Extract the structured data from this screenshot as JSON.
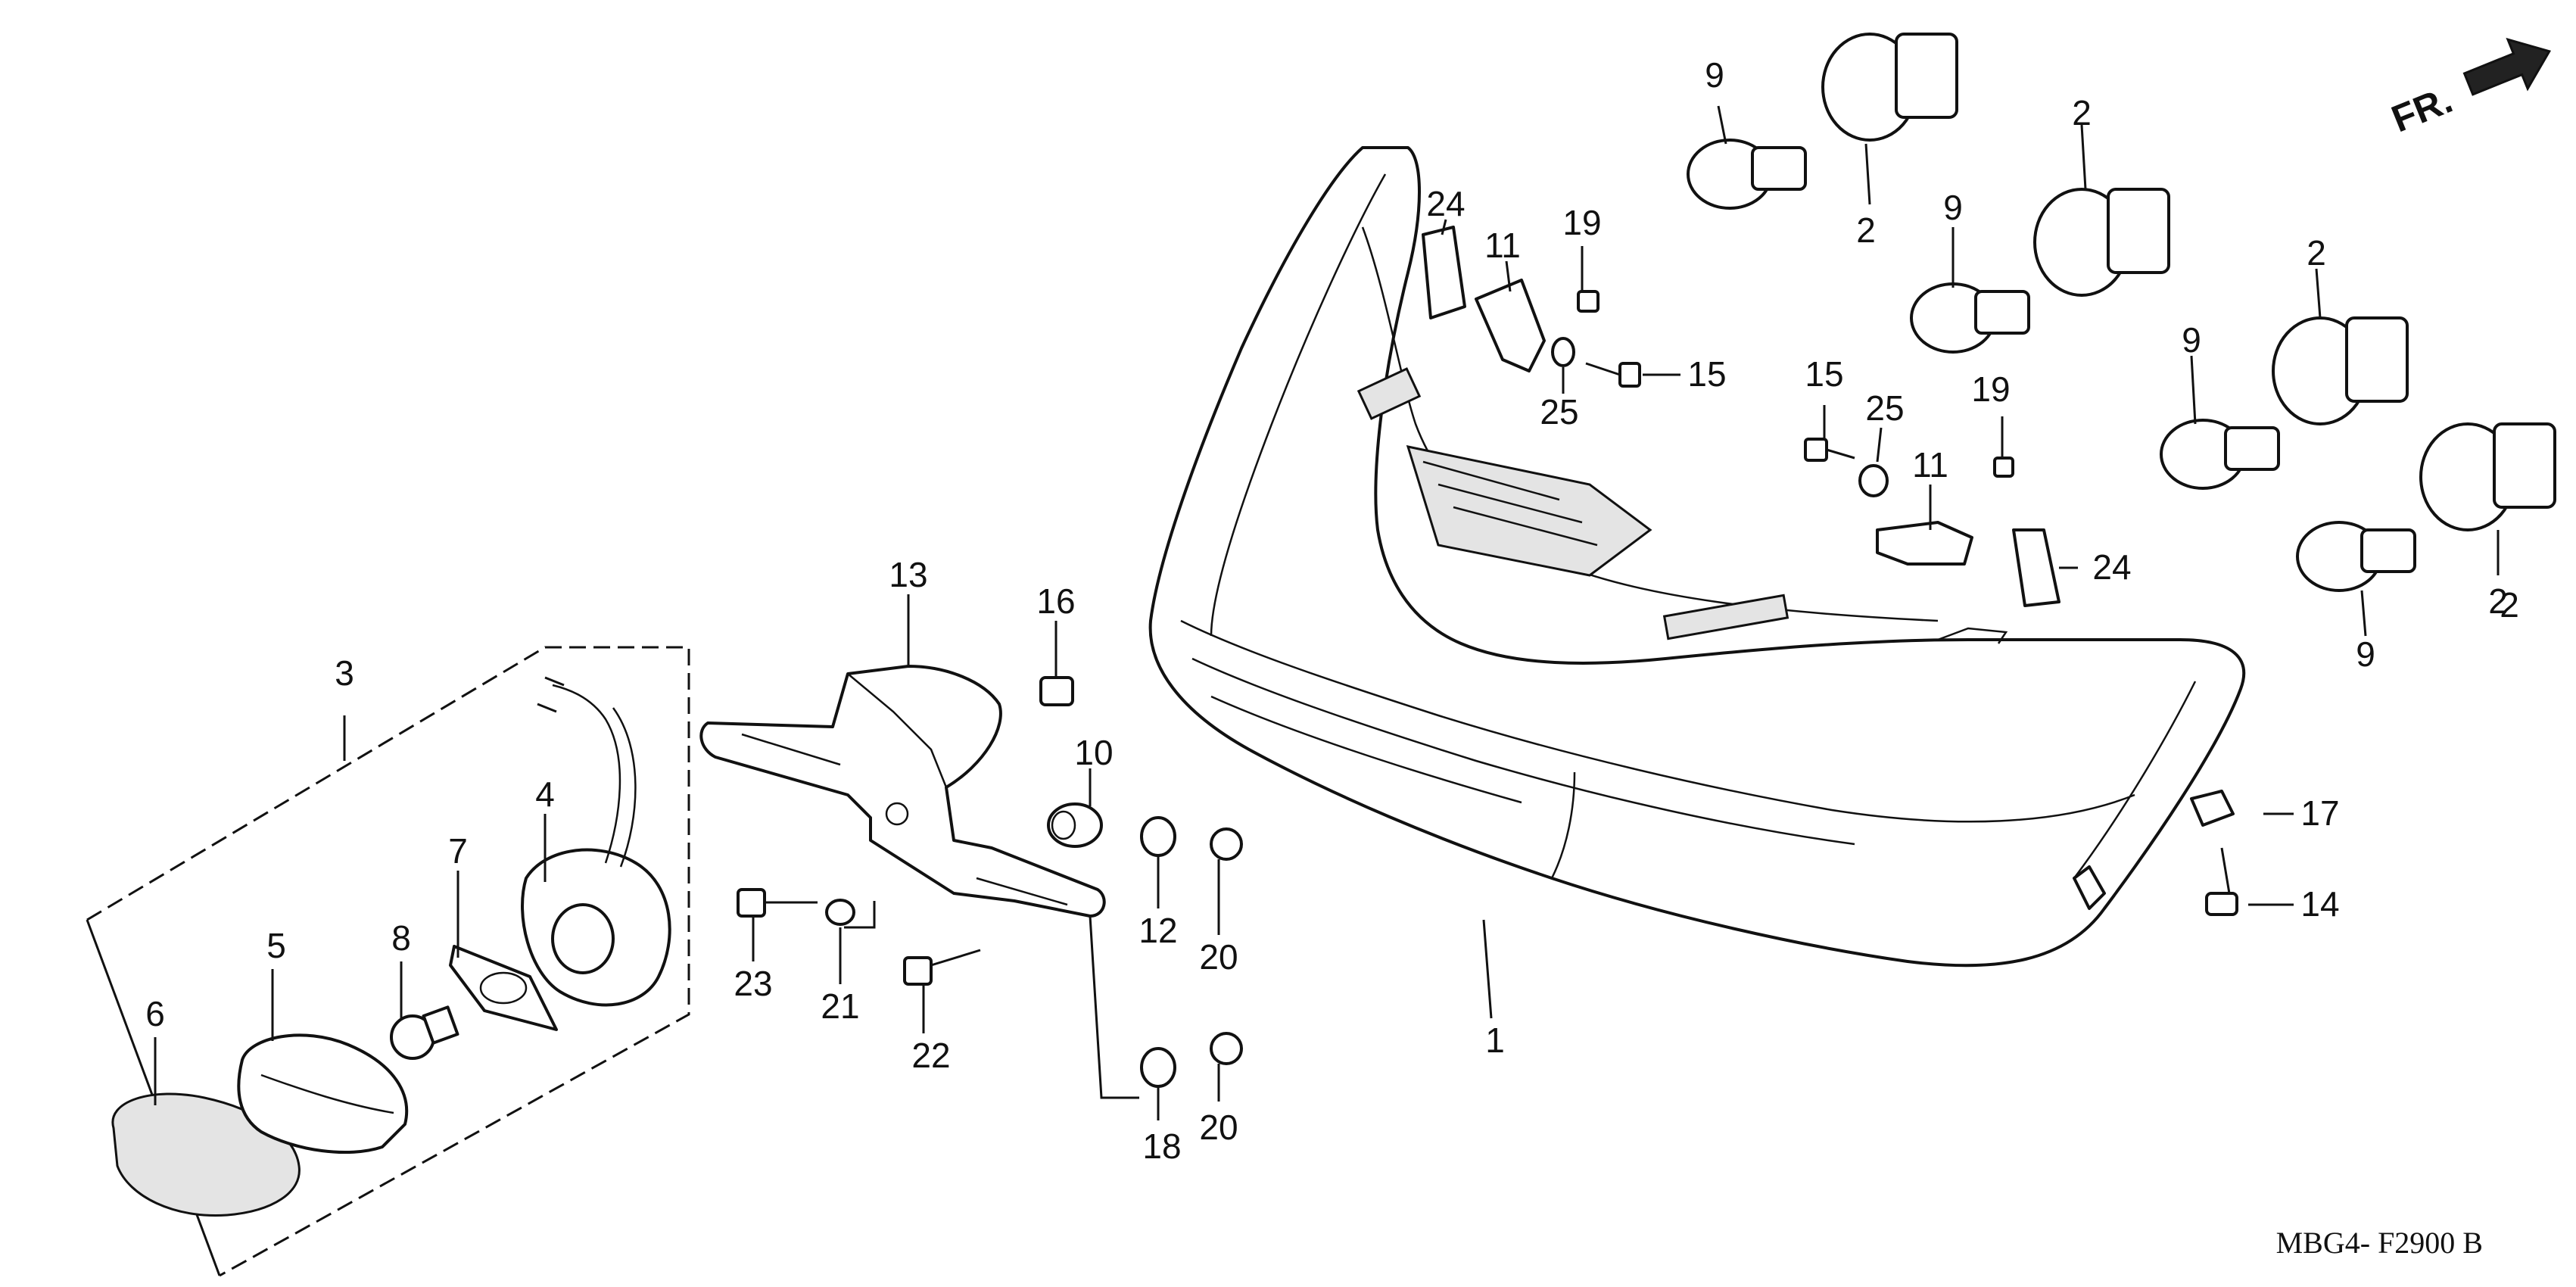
{
  "diagram_code": "MBG4- F2900 B",
  "direction_label": "FR.",
  "callouts": [
    "1",
    "2",
    "2",
    "2",
    "2",
    "2",
    "3",
    "4",
    "5",
    "6",
    "7",
    "8",
    "9",
    "9",
    "9",
    "9",
    "10",
    "11",
    "11",
    "12",
    "13",
    "14",
    "15",
    "15",
    "16",
    "17",
    "18",
    "19",
    "19",
    "20",
    "20",
    "21",
    "22",
    "23",
    "24",
    "24",
    "25",
    "25"
  ]
}
